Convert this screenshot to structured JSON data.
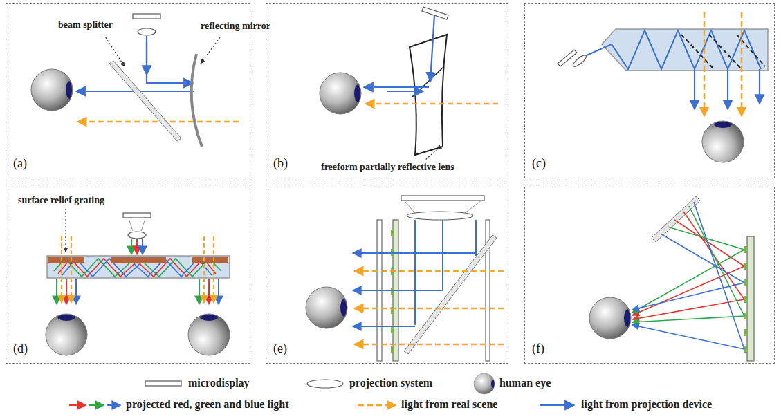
{
  "diagram": {
    "nodes": [
      {
        "text": [
          "(a)"
        ]
      },
      {
        "text": [
          "(b)"
        ]
      },
      {
        "text": [
          "(c)"
        ]
      },
      {
        "text": [
          "(d)"
        ]
      },
      {
        "text": [
          "(e)"
        ]
      },
      {
        "text": [
          "(f)"
        ]
      }
    ],
    "labels": [
      "beam splitter",
      "reflecting mirror",
      "freeform partially reflective lens",
      "surface relief grating"
    ],
    "legend": [
      {
        "text": "microdisplay"
      },
      {
        "text": "projection system"
      },
      {
        "text": "human eye"
      },
      {
        "text": "projected red, green and blue light"
      },
      {
        "text": "light from real scene"
      },
      {
        "text": "light from projection device"
      }
    ]
  }
}
